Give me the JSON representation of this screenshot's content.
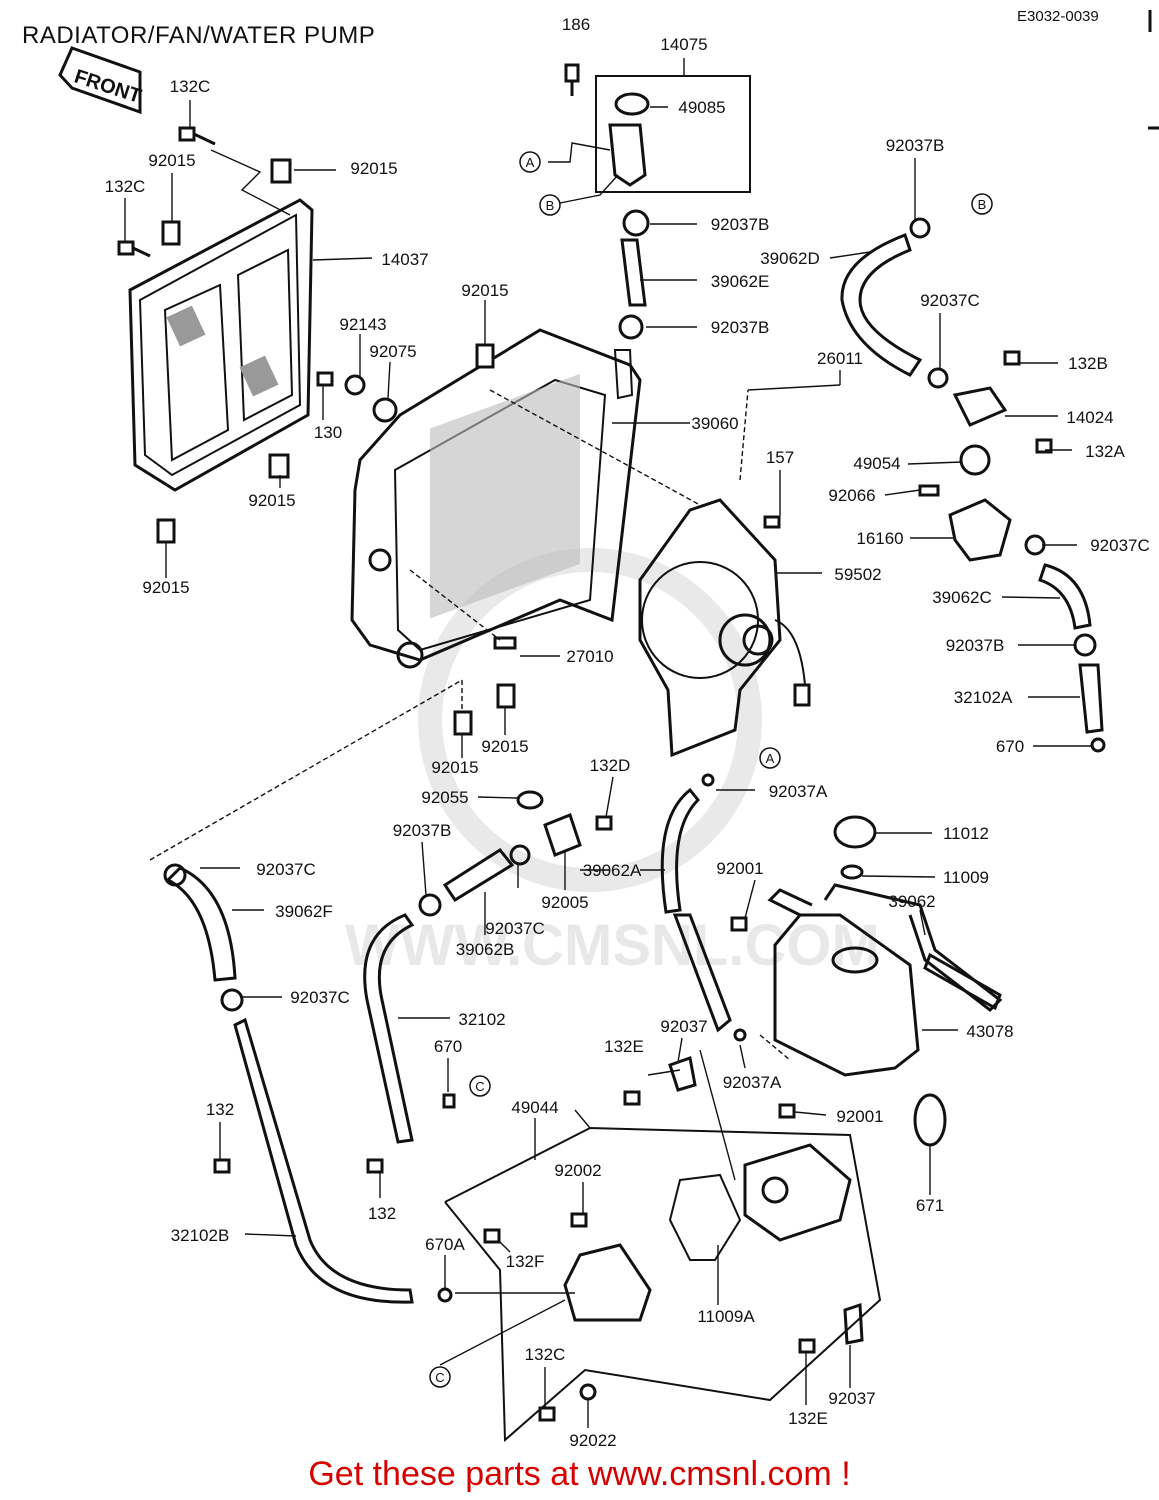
{
  "header": {
    "title": "RADIATOR/FAN/WATER PUMP",
    "diagram_code": "E3032-0039"
  },
  "footer": {
    "text": "Get these parts at www.cmsnl.com !"
  },
  "watermark": {
    "text": "WWW.CMSNL.COM"
  },
  "front_label": "FRONT",
  "callouts": {
    "A": "A",
    "B": "B",
    "C": "C"
  },
  "parts": [
    "186",
    "14075",
    "49085",
    "132C",
    "92015",
    "132C",
    "92015",
    "14037",
    "92015",
    "92143",
    "92075",
    "130",
    "92015",
    "92015",
    "92037B",
    "39062E",
    "92037B",
    "92037B",
    "39062D",
    "92037C",
    "26011",
    "132B",
    "39060",
    "14024",
    "157",
    "49054",
    "132A",
    "92066",
    "16160",
    "92037C",
    "59502",
    "39062C",
    "27010",
    "92037B",
    "32102A",
    "92015",
    "670",
    "92015",
    "132D",
    "92037A",
    "92055",
    "92037B",
    "11012",
    "39062A",
    "92001",
    "11009",
    "92037C",
    "92005",
    "39062",
    "39062F",
    "92037C",
    "39062B",
    "92037C",
    "32102",
    "43078",
    "670",
    "92037",
    "132E",
    "92037A",
    "132",
    "49044",
    "92001",
    "92002",
    "132",
    "671",
    "670A",
    "132F",
    "32102B",
    "11009A",
    "132C",
    "92037",
    "132E",
    "92022"
  ]
}
